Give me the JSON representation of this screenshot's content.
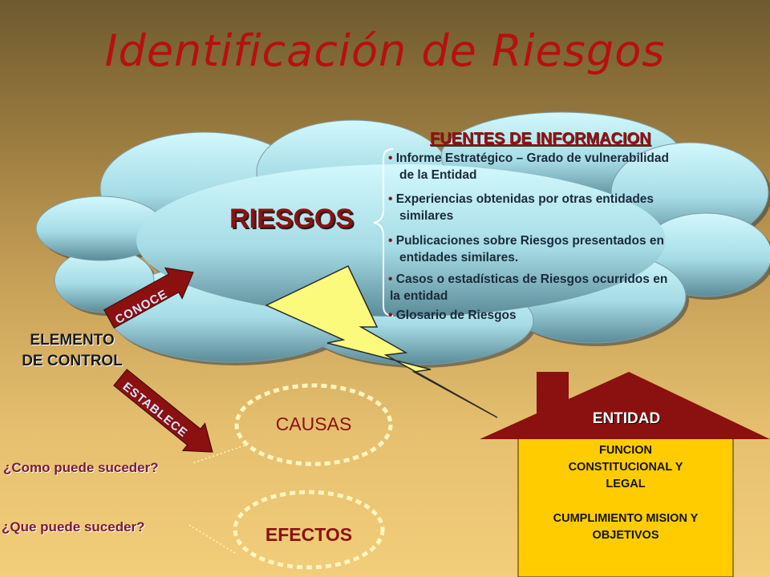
{
  "title": "Identificación de Riesgos",
  "cloud": {
    "label": "RIESGOS",
    "fuentes_title": "FUENTES DE INFORMACION",
    "fuentes": [
      {
        "line1": "Informe Estratégico – Grado de vulnerabilidad",
        "line2": "de la Entidad"
      },
      {
        "line1": "Experiencias obtenidas por otras entidades",
        "line2": "similares"
      },
      {
        "line1": "Publicaciones sobre Riesgos presentados en",
        "line2": "entidades similares."
      },
      {
        "line1": "Casos o estadísticas de Riesgos ocurridos en",
        "line2": "la entidad"
      },
      {
        "line1": "Glosario de Riesgos",
        "line2": ""
      }
    ]
  },
  "elemento": {
    "line1": "ELEMENTO",
    "line2": "DE CONTROL"
  },
  "arrows": {
    "conoce": "CONOCE",
    "establece": "ESTABLECE"
  },
  "causas": "CAUSAS",
  "efectos": "EFECTOS",
  "questions": {
    "como": "¿Como puede suceder?",
    "que": "¿Que puede suceder?"
  },
  "entidad": {
    "label": "ENTIDAD",
    "funcion_1": "FUNCION",
    "funcion_2": "CONSTITUCIONAL Y",
    "funcion_3": "LEGAL",
    "cumplimiento_1": "CUMPLIMIENTO MISION Y",
    "cumplimiento_2": "OBJETIVOS"
  },
  "colors": {
    "title": "#b80f0f",
    "cloud_top": "#ccf6fb",
    "cloud_bottom": "#5e8d9a",
    "arrow": "#8b1010",
    "lightning": "#fbfa7c",
    "house_body": "#ffcc00",
    "house_roof": "#8b1010"
  }
}
